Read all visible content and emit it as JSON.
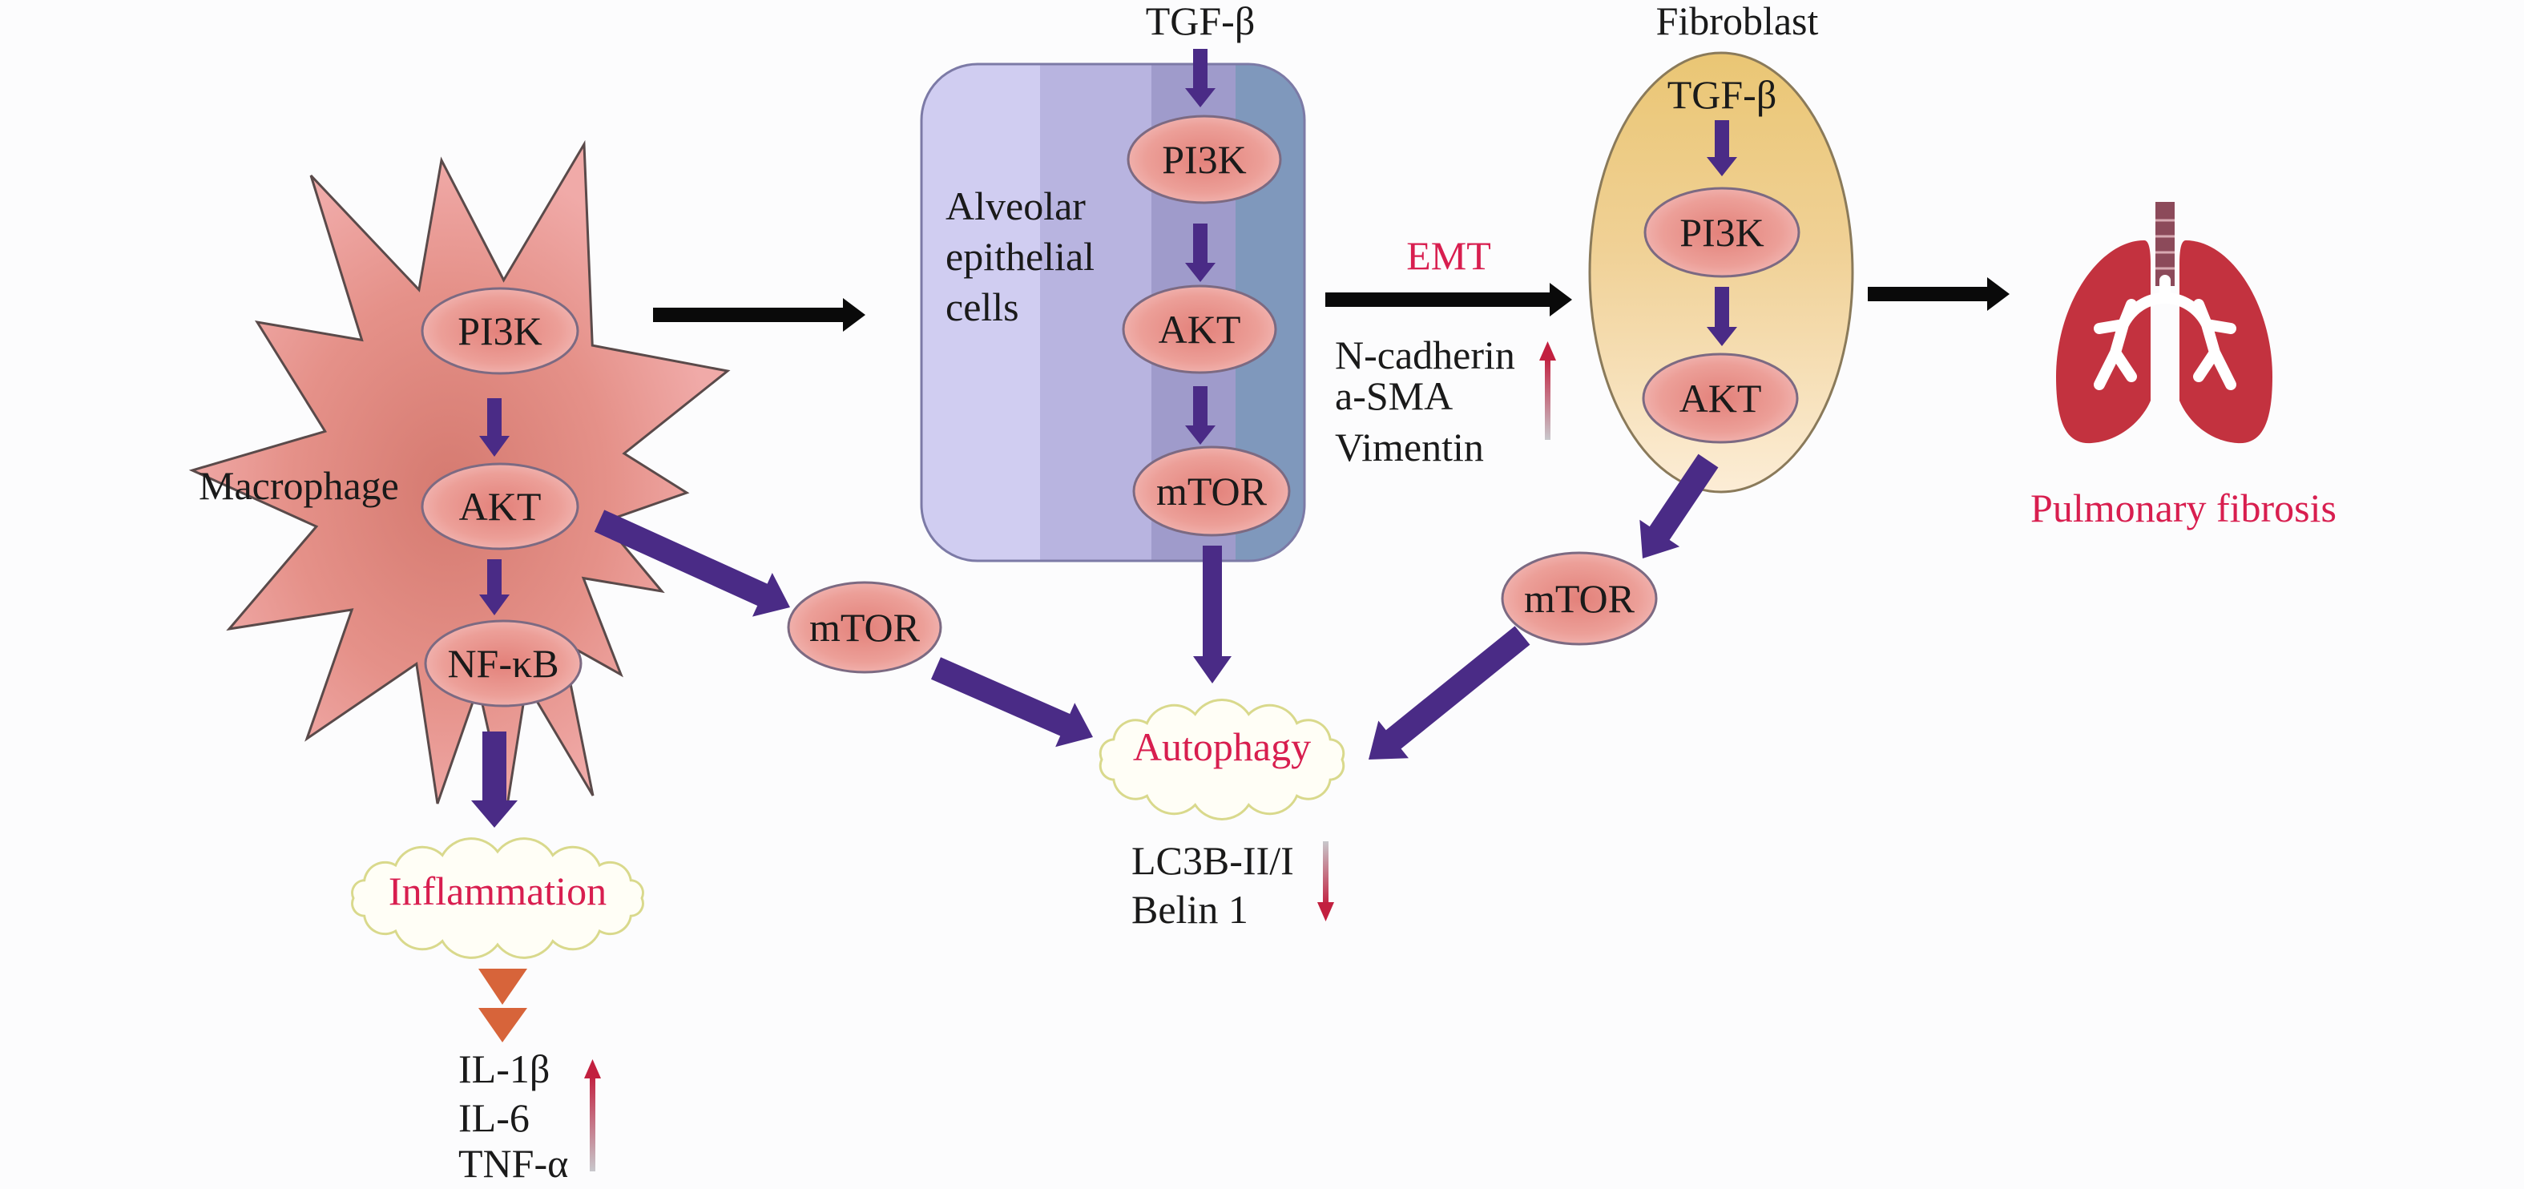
{
  "colors": {
    "pathway_arrow": "#4a2b86",
    "flow_arrow": "#0a0a0a",
    "outcome_text": "#d81e4f",
    "node_fill": "#e8948c",
    "macrophage_fill": "#e99b96",
    "fibroblast_fill_top": "#ebc877",
    "fibroblast_fill_bottom": "#fbe9cc",
    "lung": "#c3323f"
  },
  "macrophage": {
    "label": "Macrophage",
    "nodes": [
      "PI3K",
      "AKT",
      "NF-κB"
    ]
  },
  "inflammation": {
    "label": "Inflammation",
    "markers": [
      "IL-1β",
      "IL-6",
      "TNF-α"
    ],
    "trend": "up"
  },
  "alveolar": {
    "label_lines": [
      "Alveolar",
      "epithelial",
      "cells"
    ],
    "input": "TGF-β",
    "nodes": [
      "PI3K",
      "AKT",
      "mTOR"
    ]
  },
  "mid_mtor": "mTOR",
  "autophagy": {
    "label": "Autophagy",
    "markers": [
      "LC3B-II/I",
      "Belin 1"
    ],
    "trend": "down"
  },
  "emt": {
    "label": "EMT",
    "markers": [
      "N-cadherin",
      "a-SMA",
      "Vimentin"
    ],
    "trend": "up"
  },
  "fibroblast": {
    "title": "Fibroblast",
    "input": "TGF-β",
    "nodes": [
      "PI3K",
      "AKT"
    ],
    "mtor": "mTOR"
  },
  "outcome": {
    "label": "Pulmonary fibrosis",
    "icon": "lungs-icon"
  }
}
